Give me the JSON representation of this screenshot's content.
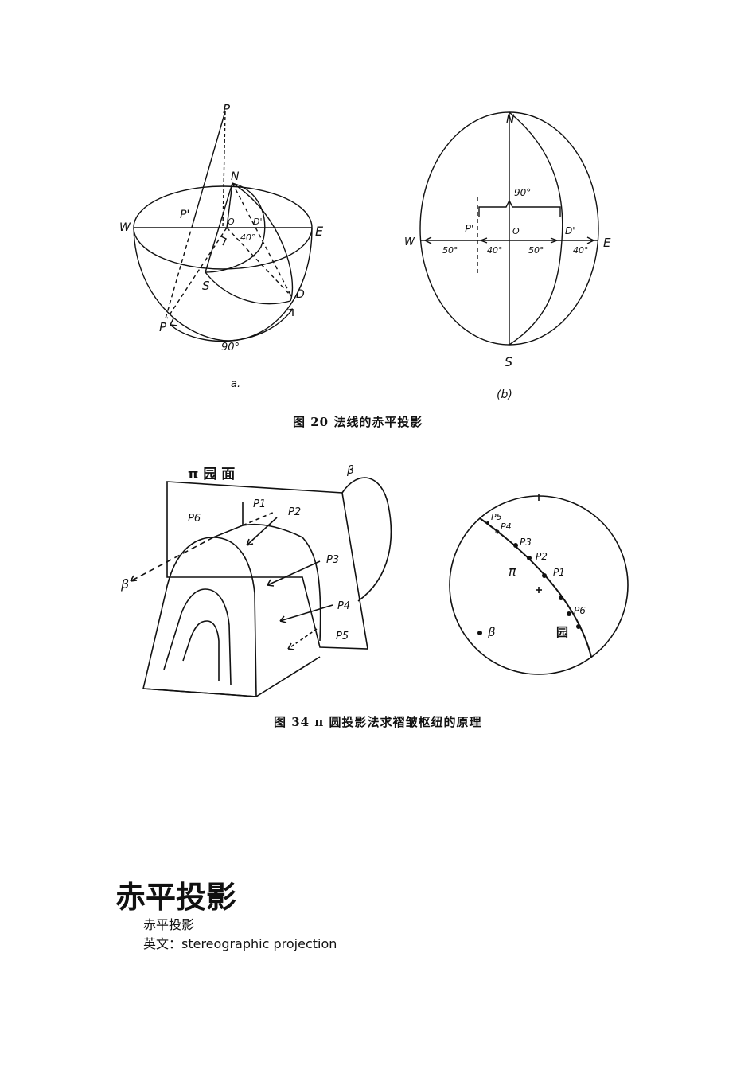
{
  "figure20": {
    "left": {
      "labels": {
        "P_top": "P",
        "N": "N",
        "W": "W",
        "E": "E",
        "P_prime": "P'",
        "O": "O",
        "D_prime": "D'",
        "angle": "40°",
        "S": "S",
        "D": "D",
        "P_bottom": "P",
        "arc": "90°",
        "sub": "a."
      }
    },
    "right": {
      "labels": {
        "N": "N",
        "S": "S",
        "W": "W",
        "E": "E",
        "P_prime": "P'",
        "O": "O",
        "D_prime": "D'",
        "brace": "90°",
        "d1": "50°",
        "d2": "40°",
        "d3": "50°",
        "d4": "40°",
        "sub": "(b)"
      }
    },
    "caption": "图 20   法线的赤平投影"
  },
  "figure34": {
    "left": {
      "labels": {
        "title": "π 园 面",
        "beta_top": "β",
        "P1": "P1",
        "P2": "P2",
        "P3": "P3",
        "P4": "P4",
        "P5": "P5",
        "P6": "P6",
        "beta": "β"
      }
    },
    "right": {
      "labels": {
        "P5": "P5",
        "P4": "P4",
        "P3": "P3",
        "P2": "P2",
        "P1": "P1",
        "P6": "P6",
        "pi": "π",
        "beta": "β",
        "circle": "园"
      }
    },
    "caption": "图 34   π 圆投影法求褶皱枢纽的原理"
  },
  "article": {
    "heading": "赤平投影",
    "line1": "赤平投影",
    "line2": "英文：stereographic projection"
  }
}
